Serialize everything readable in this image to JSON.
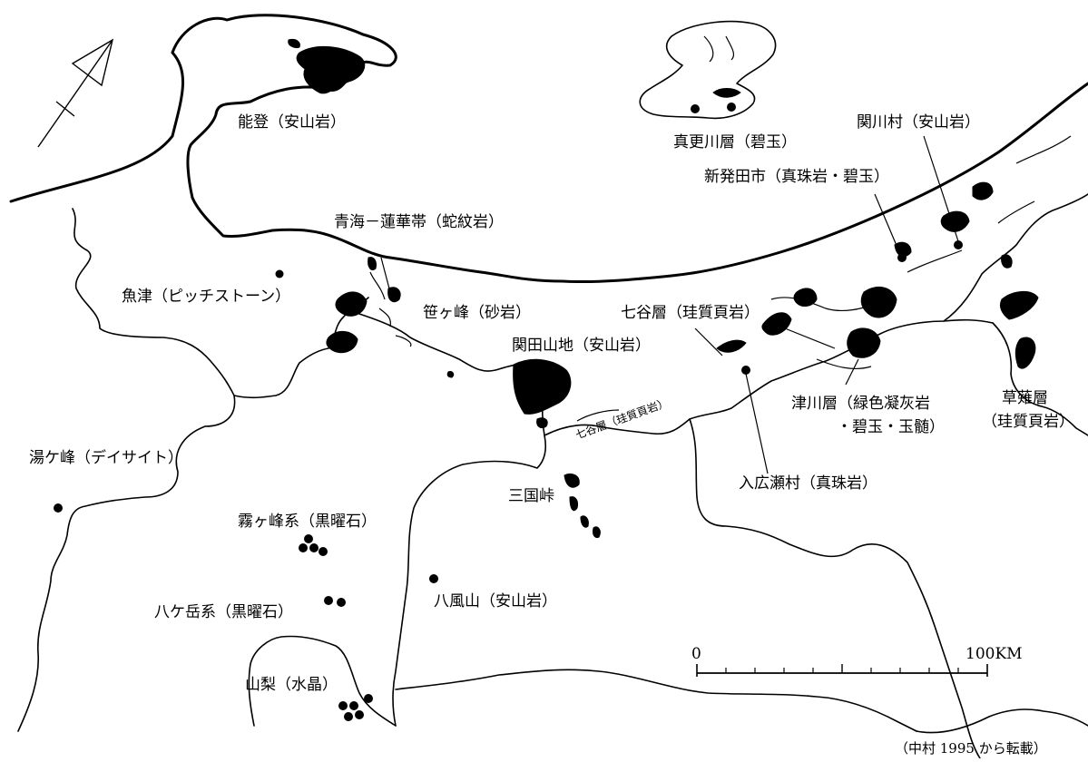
{
  "scale_bar": {
    "start_label": "0",
    "end_label": "100KM"
  },
  "labels": {
    "noto": "能登（安山岩）",
    "masarakawa": "真更川層（碧玉）",
    "sekikawa": "関川村（安山岩）",
    "shibata": "新発田市（真珠岩・碧玉）",
    "omi": "青海－蓮華帯（蛇紋岩）",
    "uozu": "魚津（ピッチストーン）",
    "sasagamine": "笹ヶ峰（砂岩）",
    "nanatani": "七谷層（珪質頁岩）",
    "sekida": "関田山地（安山岩）",
    "nanatani_small": "七谷層（珪質頁岩）",
    "tsugawa_1": "津川層（緑色凝灰岩",
    "tsugawa_2": "・碧玉・玉髄）",
    "kusanagi_1": "草薙層",
    "kusanagi_2": "（珪質頁岩）",
    "yugamine": "湯ケ峰（デイサイト）",
    "mikuni": "三国峠",
    "irihirose": "入広瀬村（真珠岩）",
    "kirigamine": "霧ヶ峰系（黒曜石）",
    "yatsugatake": "八ケ岳系（黒曜石）",
    "yatsukaze": "八風山（安山岩）",
    "yamanashi": "山梨（水晶）"
  },
  "caption": "（中村 1995 から転載）",
  "icons": {
    "north_arrow": "north-arrow-icon"
  },
  "colors": {
    "ink": "#000000",
    "paper": "#ffffff"
  }
}
